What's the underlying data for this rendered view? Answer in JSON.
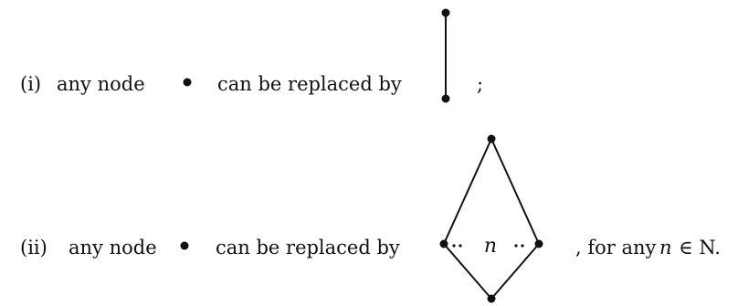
{
  "rules": [
    {
      "label": "(i)",
      "prefix": "any node",
      "middle": "can be replaced by",
      "suffix": ";"
    },
    {
      "label": "(ii)",
      "prefix": "any node",
      "middle": "can be replaced by",
      "inner_var": "n",
      "suffix_text": ", for any",
      "suffix_var": "n",
      "suffix_set": "∈ N."
    }
  ]
}
